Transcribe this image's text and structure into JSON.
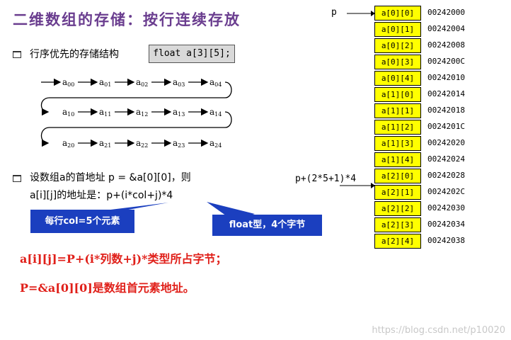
{
  "title": "二维数组的存储：按行连续存放",
  "bullet1": {
    "text": "行序优先的存储结构",
    "code": "float a[3][5];"
  },
  "chain": {
    "rows": [
      [
        {
          "base": "a",
          "sub": "00"
        },
        {
          "base": "a",
          "sub": "01"
        },
        {
          "base": "a",
          "sub": "02"
        },
        {
          "base": "a",
          "sub": "03"
        },
        {
          "base": "a",
          "sub": "04"
        }
      ],
      [
        {
          "base": "a",
          "sub": "10"
        },
        {
          "base": "a",
          "sub": "11"
        },
        {
          "base": "a",
          "sub": "12"
        },
        {
          "base": "a",
          "sub": "13"
        },
        {
          "base": "a",
          "sub": "14"
        }
      ],
      [
        {
          "base": "a",
          "sub": "20"
        },
        {
          "base": "a",
          "sub": "21"
        },
        {
          "base": "a",
          "sub": "22"
        },
        {
          "base": "a",
          "sub": "23"
        },
        {
          "base": "a",
          "sub": "24"
        }
      ]
    ]
  },
  "bullet2": {
    "line1": "设数组a的首地址 p = &a[0][0]，则",
    "line2": "a[i][j]的地址是：p+(i*col+j)*4"
  },
  "callouts": {
    "left": "每行col=5个元素",
    "right": "float型，4个字节"
  },
  "formula1": "a[i][j]=P+(i*列数+j)*类型所占字节；",
  "formula2": "P=&a[0][0]是数组首元素地址。",
  "pointers": {
    "p": "p",
    "p_offset": "p+(2*5+1)*4"
  },
  "memory": [
    {
      "label": "a[0][0]",
      "addr": "00242000"
    },
    {
      "label": "a[0][1]",
      "addr": "00242004"
    },
    {
      "label": "a[0][2]",
      "addr": "00242008"
    },
    {
      "label": "a[0][3]",
      "addr": "0024200C"
    },
    {
      "label": "a[0][4]",
      "addr": "00242010"
    },
    {
      "label": "a[1][0]",
      "addr": "00242014"
    },
    {
      "label": "a[1][1]",
      "addr": "00242018"
    },
    {
      "label": "a[1][2]",
      "addr": "0024201C"
    },
    {
      "label": "a[1][3]",
      "addr": "00242020"
    },
    {
      "label": "a[1][4]",
      "addr": "00242024"
    },
    {
      "label": "a[2][0]",
      "addr": "00242028"
    },
    {
      "label": "a[2][1]",
      "addr": "0024202C"
    },
    {
      "label": "a[2][2]",
      "addr": "00242030"
    },
    {
      "label": "a[2][3]",
      "addr": "00242034"
    },
    {
      "label": "a[2][4]",
      "addr": "00242038"
    }
  ],
  "watermark": "https://blog.csdn.net/p10020"
}
